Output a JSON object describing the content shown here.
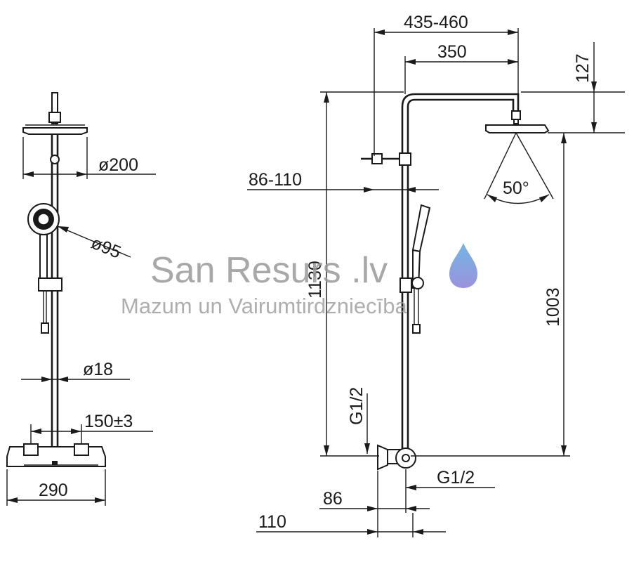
{
  "dimensions": {
    "d200": "ø200",
    "d95": "ø95",
    "d18": "ø18",
    "d150": "150±3",
    "d290": "290",
    "d435": "435-460",
    "d350": "350",
    "d127": "127",
    "d86_110": "86-110",
    "d50": "50°",
    "d1130": "1130",
    "d1003": "1003",
    "dG12a": "G1/2",
    "dG12b": "G1/2",
    "d86": "86",
    "d110": "110"
  },
  "watermark": {
    "title": "San Resurs .lv",
    "subtitle": "Mazum un Vairumtirdzniecība"
  },
  "colors": {
    "line": "#1a1a1a",
    "watermark": "#9a9a9a",
    "drop_top": "#5aa8e0",
    "drop_bottom": "#8a7fd6"
  }
}
